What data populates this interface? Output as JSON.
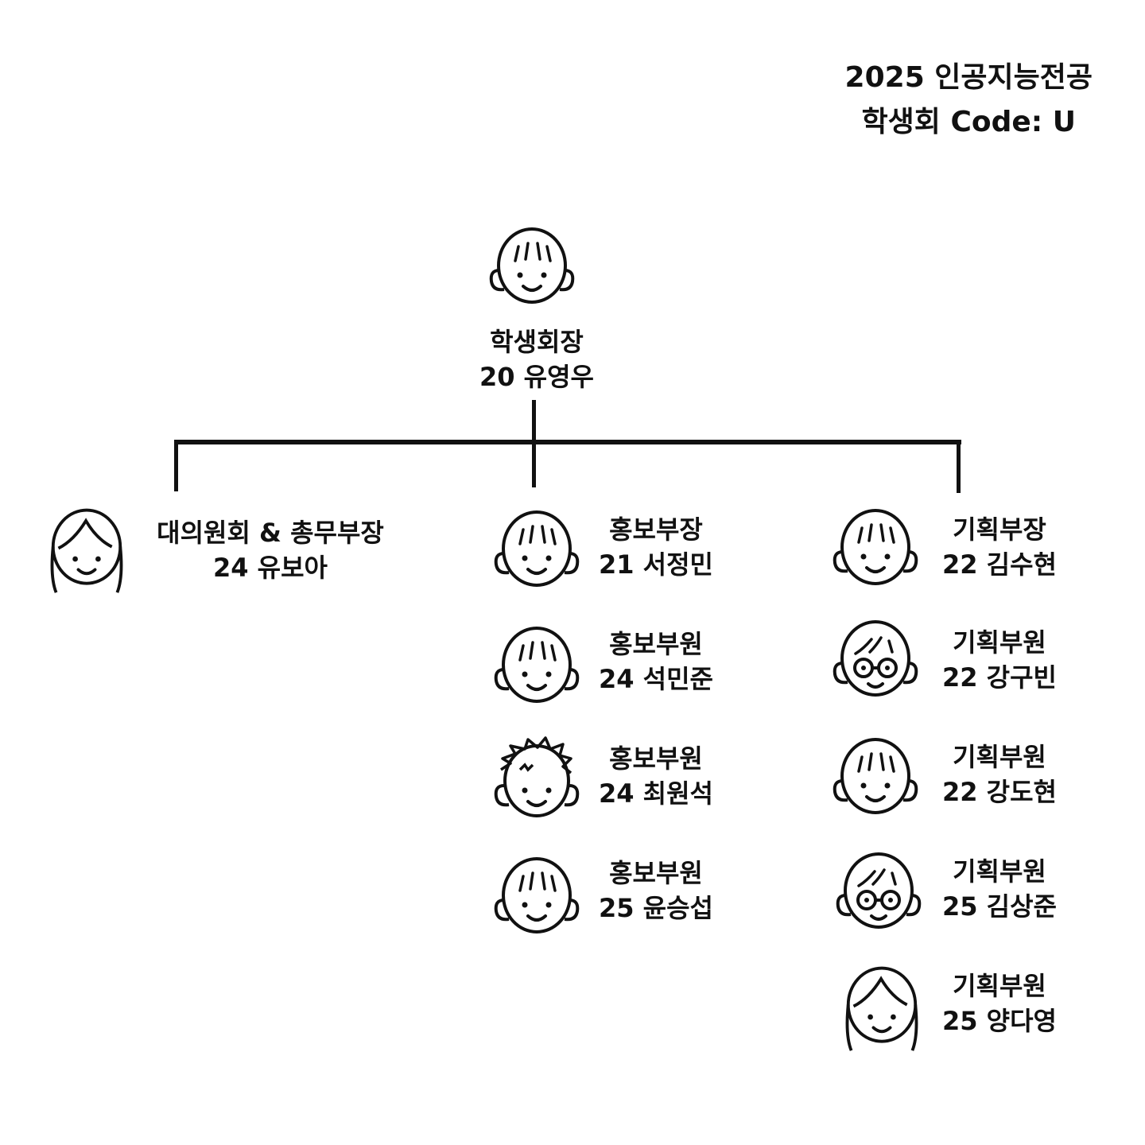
{
  "header": {
    "title_line1": "2025 인공지능전공",
    "title_line2": "학생회 Code: U"
  },
  "president": {
    "role": "학생회장",
    "name": "20 유영우",
    "face": "boy-face-icon"
  },
  "branches": [
    {
      "department": "council",
      "members": [
        {
          "role": "대의원회  & 총무부장",
          "name": "24 유보아",
          "face": "girl-face-icon"
        }
      ]
    },
    {
      "department": "publicity",
      "members": [
        {
          "role": "홍보부장",
          "name": "21 서정민",
          "face": "boy-face-icon"
        },
        {
          "role": "홍보부원",
          "name": "24 석민준",
          "face": "boy-face-icon"
        },
        {
          "role": "홍보부원",
          "name": "24 최원석",
          "face": "spiky-hair-face-icon"
        },
        {
          "role": "홍보부원",
          "name": "25 윤승섭",
          "face": "boy-face-icon"
        }
      ]
    },
    {
      "department": "planning",
      "members": [
        {
          "role": "기획부장",
          "name": "22 김수현",
          "face": "boy-face-icon"
        },
        {
          "role": "기획부원",
          "name": "22 강구빈",
          "face": "glasses-face-icon"
        },
        {
          "role": "기획부원",
          "name": "22 강도현",
          "face": "boy-face-icon"
        },
        {
          "role": "기획부원",
          "name": "25 김상준",
          "face": "glasses-face-icon"
        },
        {
          "role": "기획부원",
          "name": "25 양다영",
          "face": "girl-face-icon"
        }
      ]
    }
  ],
  "colors": {
    "ink": "#111111",
    "background": "#ffffff"
  }
}
